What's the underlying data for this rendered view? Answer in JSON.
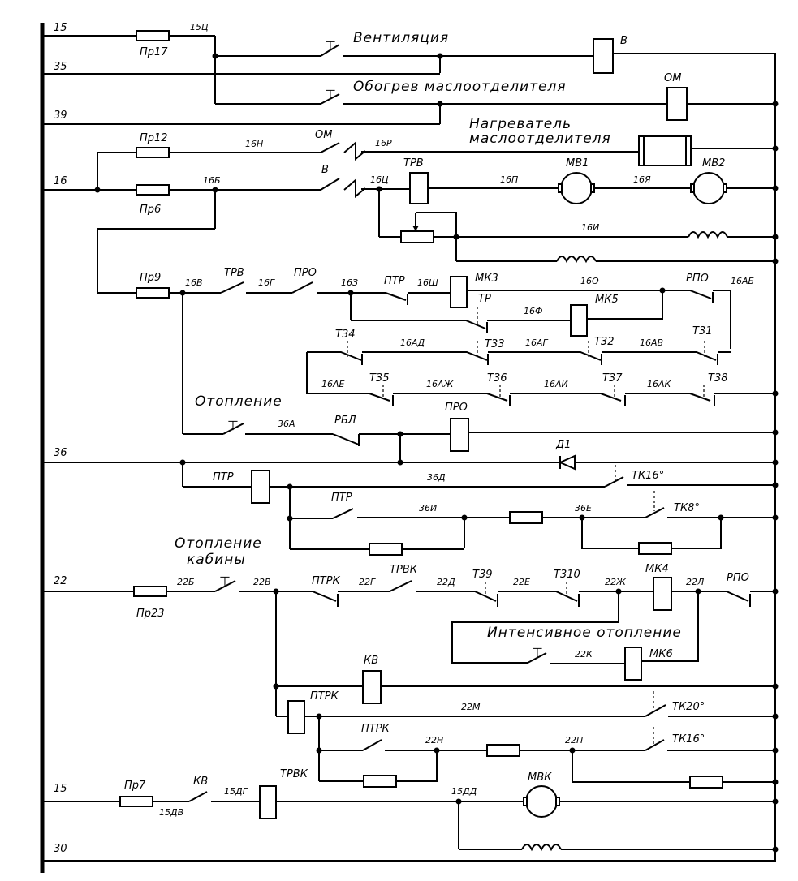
{
  "bus_labels": {
    "b15_top": "15",
    "b35": "35",
    "b39": "39",
    "b16": "16",
    "b36": "36",
    "b22": "22",
    "b15_bot": "15",
    "b30": "30"
  },
  "circuits": {
    "ventilation": "Вентиляция",
    "oil_heat": "Обогрев маслоотделителя",
    "heater_l1": "Нагреватель",
    "heater_l2": "маслоотделителя",
    "heating": "Отопление",
    "cab_heat_l1": "Отопление",
    "cab_heat_l2": "кабины",
    "intensive": "Интенсивное отопление"
  },
  "components": {
    "pr17": "Пр17",
    "v_coil": "В",
    "om_coil": "ОМ",
    "pr12": "Пр12",
    "pr6": "Пр6",
    "om_contact": "ОМ",
    "v_contact": "В",
    "trv_coil": "ТРВ",
    "mv1": "МВ1",
    "mv2": "МВ2",
    "pr9": "Пр9",
    "trv_contact": "ТРВ",
    "pro_contact": "ПРО",
    "ptr1": "ПТР",
    "mk3": "МК3",
    "tr": "ТР",
    "mk5": "МК5",
    "rpo1": "РПО",
    "t34": "Т34",
    "t33": "Т33",
    "t32": "Т32",
    "t31": "Т31",
    "t35": "Т35",
    "t36": "Т36",
    "t37": "Т37",
    "t38": "Т38",
    "rbl": "РБЛ",
    "pro_coil": "ПРО",
    "d1": "Д1",
    "ptr_coil": "ПТР",
    "ptr_contact": "ПТР",
    "tk16a": "ТК16°",
    "tk8": "ТК8°",
    "pr23": "Пр23",
    "ptrk1": "ПТРК",
    "trvk1": "ТРВК",
    "t39": "Т39",
    "t310": "Т310",
    "mk4": "МК4",
    "rpo2": "РПО",
    "mk6": "МК6",
    "kv_coil": "КВ",
    "ptrk_coil": "ПТРК",
    "ptrk_contact": "ПТРК",
    "tk20": "ТК20°",
    "tk16b": "ТК16°",
    "trvk_coil": "ТРВК",
    "pr7": "Пр7",
    "kv_contact": "КВ",
    "mvk": "МВК"
  },
  "wires": {
    "w15c": "15Ц",
    "w16n": "16Н",
    "w16r": "16Р",
    "w16b": "16Б",
    "w16c": "16Ц",
    "w16p": "16П",
    "w16ya": "16Я",
    "w16i": "16И",
    "w16v": "16В",
    "w16g": "16Г",
    "w16z": "16З",
    "w16sh": "16Ш",
    "w16o": "16О",
    "w16ab": "16АБ",
    "w16f": "16Ф",
    "w16ad": "16АД",
    "w16ag": "16АГ",
    "w16av": "16АВ",
    "w16ae": "16АЕ",
    "w16azh": "16АЖ",
    "w16ai": "16АИ",
    "w16ak": "16АК",
    "w36a": "36А",
    "w36d": "36Д",
    "w36i": "36И",
    "w36e": "36Е",
    "w22b": "22Б",
    "w22v": "22В",
    "w22g": "22Г",
    "w22d": "22Д",
    "w22e": "22Е",
    "w22zh": "22Ж",
    "w22l": "22Л",
    "w22k": "22К",
    "w22m": "22М",
    "w22n": "22Н",
    "w22p": "22П",
    "w15dv": "15ДВ",
    "w15dg": "15ДГ",
    "w15dd": "15ДД"
  }
}
